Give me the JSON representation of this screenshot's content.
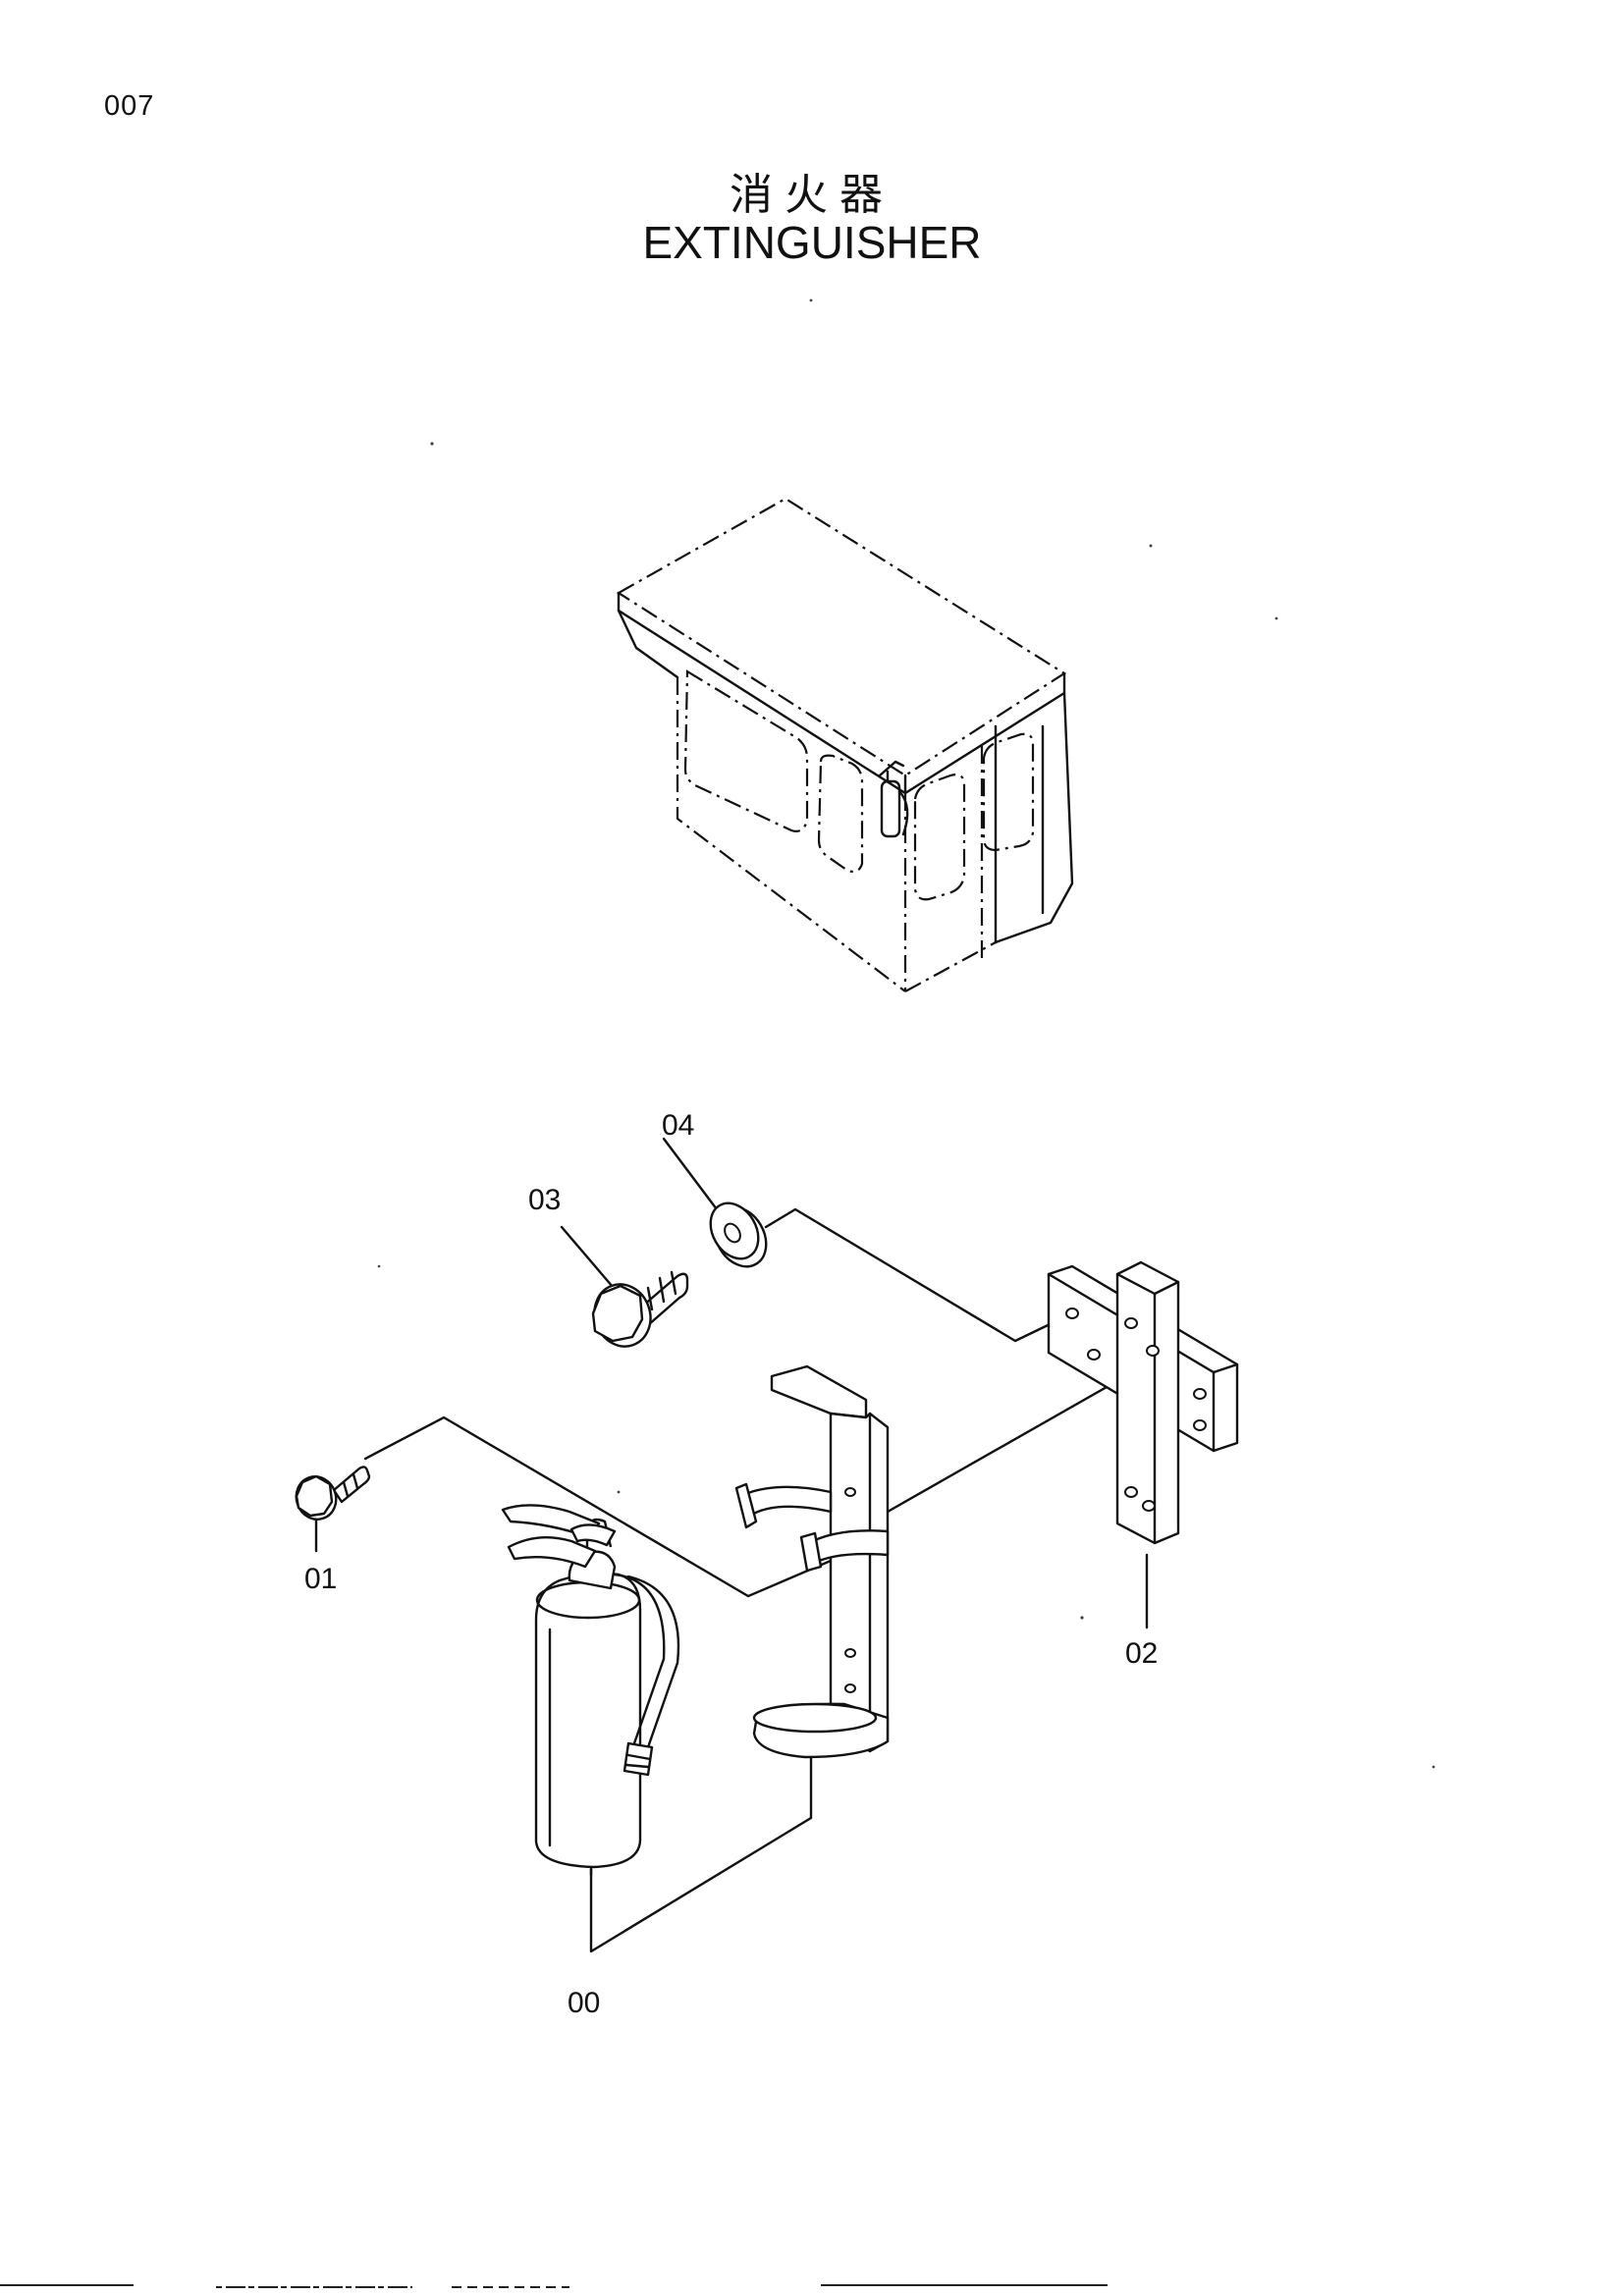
{
  "page": {
    "number": "007",
    "title_cjk": "消火器",
    "title_en": "EXTINGUISHER"
  },
  "callouts": [
    {
      "id": "00"
    },
    {
      "id": "01"
    },
    {
      "id": "02"
    },
    {
      "id": "03"
    },
    {
      "id": "04"
    }
  ]
}
